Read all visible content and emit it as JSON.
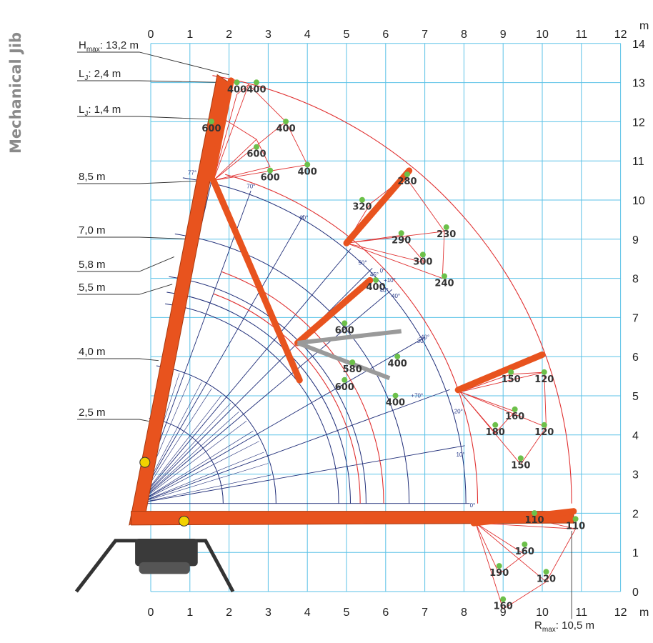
{
  "title": "Mechanical Jib",
  "units": {
    "top": "m",
    "bottom": "m"
  },
  "x_ticks": [
    "0",
    "1",
    "2",
    "3",
    "4",
    "5",
    "6",
    "7",
    "8",
    "9",
    "10",
    "11",
    "12"
  ],
  "y_ticks": [
    "0",
    "1",
    "2",
    "3",
    "4",
    "5",
    "6",
    "7",
    "8",
    "9",
    "10",
    "11",
    "12",
    "13",
    "14"
  ],
  "height_labels": [
    {
      "base": "H",
      "sub": "max",
      "rest": ": 13,2 m"
    },
    {
      "base": "L",
      "sub": "J",
      "rest": ": 2,4 m"
    },
    {
      "base": "L",
      "sub": "J",
      "rest": ": 1,4 m"
    },
    {
      "base": "8,5 m",
      "sub": "",
      "rest": ""
    },
    {
      "base": "7,0 m",
      "sub": "",
      "rest": ""
    },
    {
      "base": "5,8 m",
      "sub": "",
      "rest": ""
    },
    {
      "base": "5,5 m",
      "sub": "",
      "rest": ""
    },
    {
      "base": "4,0 m",
      "sub": "",
      "rest": ""
    },
    {
      "base": "2,5 m",
      "sub": "",
      "rest": ""
    }
  ],
  "rmax_label": {
    "base": "R",
    "sub": "max",
    "rest": ": 10,5 m"
  },
  "angle_labels": [
    "77°",
    "70°",
    "60°",
    "50°",
    "45°",
    "40°",
    "30°",
    "20°",
    "10°",
    "0°",
    "0°",
    "+10°",
    "-40°",
    "+70°",
    "40°"
  ],
  "capacities": [
    {
      "v": "400",
      "pos": [
        2.2,
        12.75
      ]
    },
    {
      "v": "400",
      "pos": [
        2.7,
        12.75
      ]
    },
    {
      "v": "400",
      "pos": [
        3.45,
        11.75
      ]
    },
    {
      "v": "600",
      "pos": [
        1.55,
        11.75
      ]
    },
    {
      "v": "600",
      "pos": [
        2.7,
        11.1
      ]
    },
    {
      "v": "600",
      "pos": [
        3.05,
        10.5
      ]
    },
    {
      "v": "400",
      "pos": [
        4.0,
        10.65
      ]
    },
    {
      "v": "280",
      "pos": [
        6.55,
        10.4
      ]
    },
    {
      "v": "320",
      "pos": [
        5.4,
        9.75
      ]
    },
    {
      "v": "290",
      "pos": [
        6.4,
        8.9
      ]
    },
    {
      "v": "230",
      "pos": [
        7.55,
        9.05
      ]
    },
    {
      "v": "300",
      "pos": [
        6.95,
        8.35
      ]
    },
    {
      "v": "240",
      "pos": [
        7.5,
        7.8
      ]
    },
    {
      "v": "400",
      "pos": [
        5.75,
        7.7
      ]
    },
    {
      "v": "600",
      "pos": [
        4.95,
        6.6
      ]
    },
    {
      "v": "580",
      "pos": [
        5.15,
        5.6
      ]
    },
    {
      "v": "600",
      "pos": [
        4.95,
        5.15
      ]
    },
    {
      "v": "400",
      "pos": [
        6.3,
        5.75
      ]
    },
    {
      "v": "400",
      "pos": [
        6.25,
        4.75
      ]
    },
    {
      "v": "150",
      "pos": [
        9.2,
        5.35
      ]
    },
    {
      "v": "120",
      "pos": [
        10.05,
        5.35
      ]
    },
    {
      "v": "160",
      "pos": [
        9.3,
        4.4
      ]
    },
    {
      "v": "180",
      "pos": [
        8.8,
        4.0
      ]
    },
    {
      "v": "120",
      "pos": [
        10.05,
        4.0
      ]
    },
    {
      "v": "150",
      "pos": [
        9.45,
        3.15
      ]
    },
    {
      "v": "110",
      "pos": [
        9.8,
        1.75
      ]
    },
    {
      "v": "110",
      "pos": [
        10.85,
        1.6
      ]
    },
    {
      "v": "160",
      "pos": [
        9.55,
        0.95
      ]
    },
    {
      "v": "190",
      "pos": [
        8.9,
        0.4
      ]
    },
    {
      "v": "120",
      "pos": [
        10.1,
        0.25
      ]
    },
    {
      "v": "160",
      "pos": [
        9.0,
        -0.45
      ]
    }
  ],
  "colors": {
    "grid": "#5bc2e7",
    "boom": "#e8531e",
    "boom_dark": "#a83a10",
    "envelope": "#e03030",
    "rays": "#1f2d78",
    "points": "#6cc04a",
    "text": "#222222"
  }
}
